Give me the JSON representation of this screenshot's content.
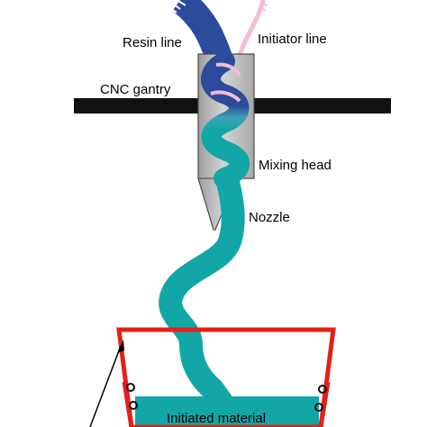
{
  "labels": {
    "resin_line": "Resin line",
    "initiator_line": "Initiator line",
    "cnc_gantry": "CNC gantry",
    "mixing_head": "Mixing head",
    "nozzle": "Nozzle",
    "initiated_material": "Initiated material"
  },
  "colors": {
    "resin": "#2b4b9b",
    "initiator": "#f4bcd9",
    "mixed_material": "#12a7a6",
    "gantry": "#111111",
    "mixing_head_body": "#b9b9b9",
    "container": "#e32118",
    "background": "#ffffff"
  }
}
